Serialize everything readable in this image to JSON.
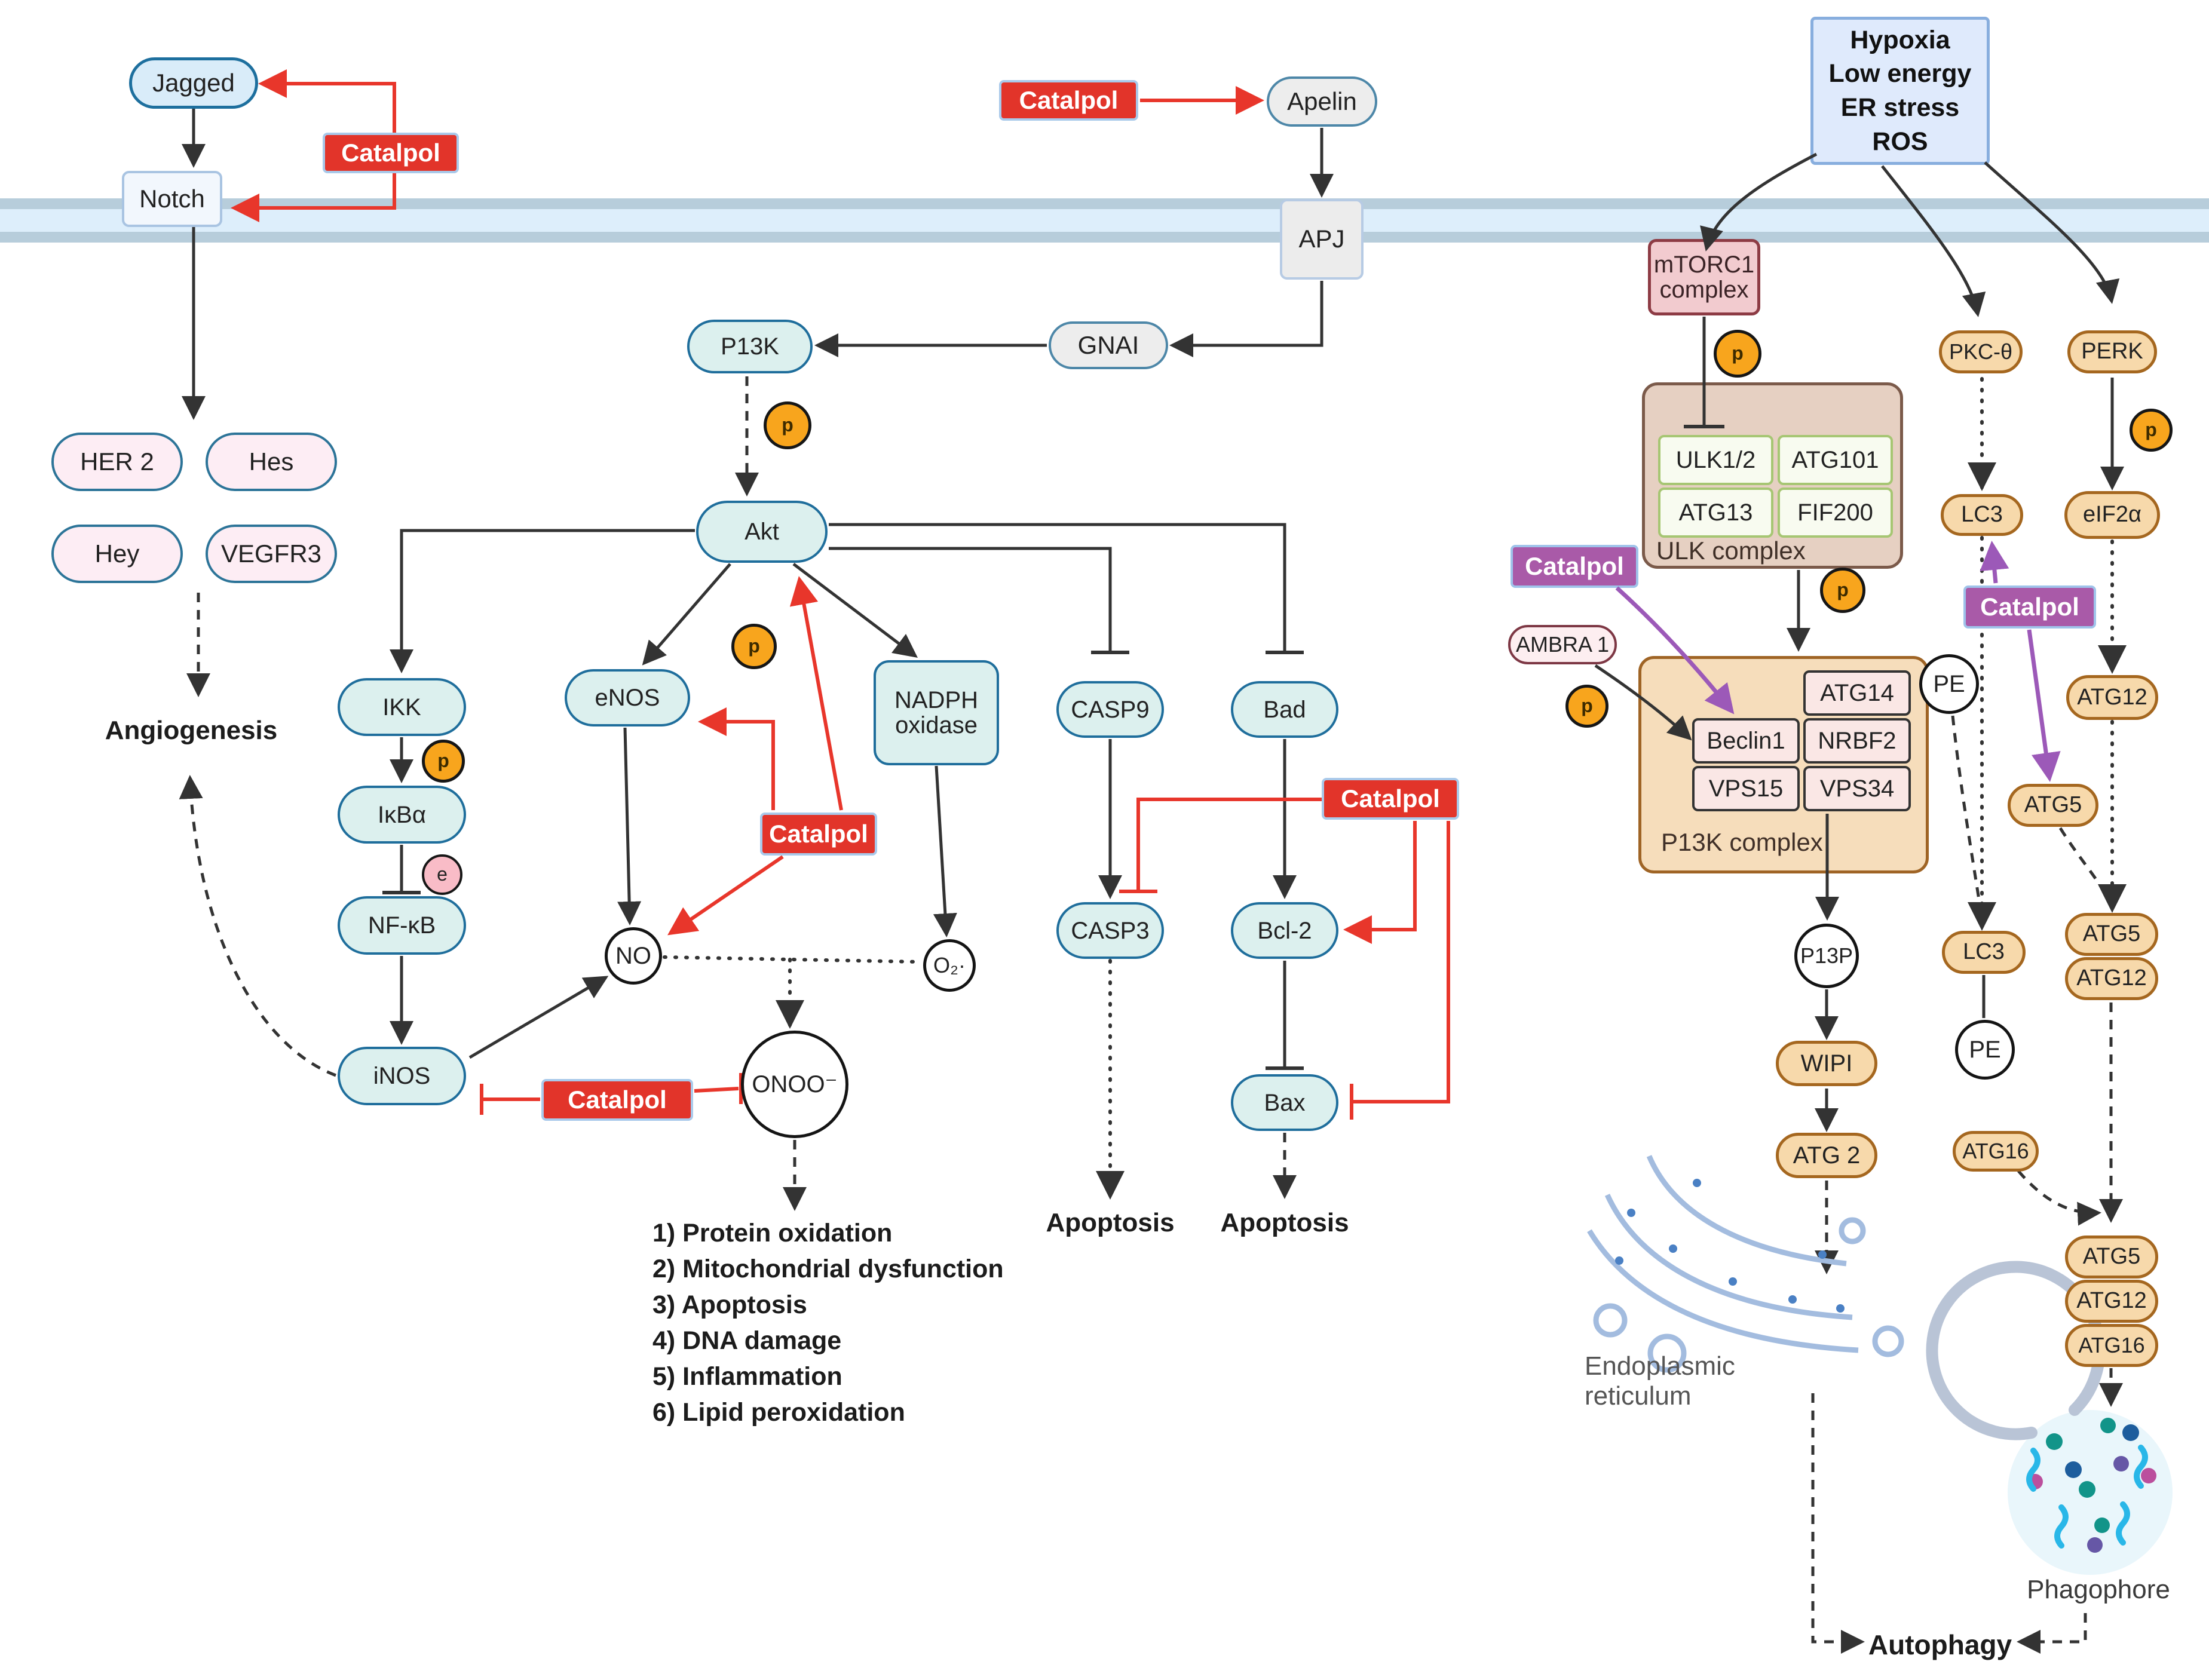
{
  "labels": {
    "jagged": "Jagged",
    "notch": "Notch",
    "her2": "HER 2",
    "hes": "Hes",
    "hey": "Hey",
    "vegfr3": "VEGFR3",
    "angiogenesis": "Angiogenesis",
    "catalpol": "Catalpol",
    "apelin": "Apelin",
    "apj": "APJ",
    "gnai": "GNAI",
    "p13k": "P13K",
    "akt": "Akt",
    "ikk": "IKK",
    "ikba": "IκBα",
    "nfkb": "NF-κB",
    "inos": "iNOS",
    "enos": "eNOS",
    "nadph": "NADPH oxidase",
    "casp9": "CASP9",
    "casp3": "CASP3",
    "bad": "Bad",
    "bcl2": "Bcl-2",
    "bax": "Bax",
    "no": "NO",
    "o2": "O₂·",
    "onoo": "ONOO⁻",
    "apoptosis": "Apoptosis",
    "p": "p",
    "e": "e",
    "mtorc1": "mTORC1 complex",
    "ulk_complex": "ULK complex",
    "ulk12": "ULK1/2",
    "atg101": "ATG101",
    "atg13": "ATG13",
    "fif200": "FIF200",
    "p13k_complex": "P13K complex",
    "atg14": "ATG14",
    "beclin1": "Beclin1",
    "nrbf2": "NRBF2",
    "vps15": "VPS15",
    "vps34": "VPS34",
    "ambra1": "AMBRA 1",
    "p13p": "P13P",
    "wipi": "WIPI",
    "atg2": "ATG 2",
    "er": "Endoplasmic reticulum",
    "pkctheta": "PKC-θ",
    "perk": "PERK",
    "lc3": "LC3",
    "eif2a": "eIF2α",
    "atg12": "ATG12",
    "atg5": "ATG5",
    "atg16": "ATG16",
    "pe": "PE",
    "phagophore": "Phagophore",
    "autophagy": "Autophagy"
  },
  "stressors": {
    "l1": "Hypoxia",
    "l2": "Low energy",
    "l3": "ER stress",
    "l4": "ROS"
  },
  "outcomes": {
    "i1": "1) Protein oxidation",
    "i2": "2) Mitochondrial dysfunction",
    "i3": "3) Apoptosis",
    "i4": "4) DNA damage",
    "i5": "5) Inflammation",
    "i6": "6) Lipid peroxidation"
  },
  "colors": {
    "catalpol_red": "#e2342a",
    "catalpol_purple": "#a95aa8",
    "phospho_orange": "#f8a51d",
    "node_teal": "#dcf0ee",
    "node_pink": "#fdedf4",
    "node_tan": "#f7d9ab",
    "node_blue": "#d9ecf9",
    "membrane_band": "#b7cddb",
    "membrane_core": "#ddeefb",
    "arrow_black": "#333333",
    "arrow_red": "#e8362b",
    "arrow_purple": "#9c59b8"
  }
}
